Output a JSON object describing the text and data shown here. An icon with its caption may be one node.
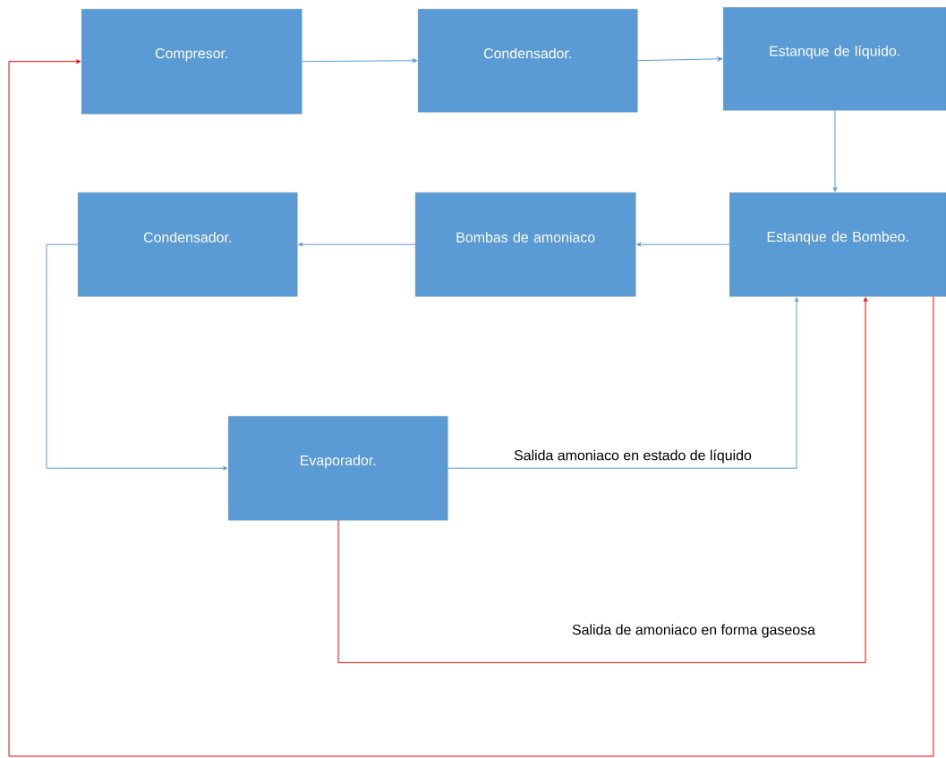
{
  "diagram": {
    "nodes": [
      {
        "text": [
          "Compresor."
        ]
      },
      {
        "text": [
          "Condensador."
        ]
      },
      {
        "text": [
          "Estanque de líquido."
        ]
      },
      {
        "text": [
          "Estanque de Bombeo."
        ]
      },
      {
        "text": [
          "Bombas de amoniaco"
        ]
      },
      {
        "text": [
          "Condensador."
        ]
      },
      {
        "text": [
          "Evaporador."
        ]
      }
    ],
    "edges": [
      {
        "from": 0,
        "to": 1,
        "arrow": "to"
      },
      {
        "from": 1,
        "to": 2,
        "arrow": "to"
      },
      {
        "from": 2,
        "to": 3,
        "arrow": "to"
      },
      {
        "from": 3,
        "to": 4,
        "arrow": "to"
      },
      {
        "from": 4,
        "to": 5,
        "arrow": "to"
      },
      {
        "from": 5,
        "to": 6,
        "arrow": "to"
      },
      {
        "from": 6,
        "to": 3,
        "arrow": "to",
        "label": "Salida amoniaco en estado de líquido"
      },
      {
        "from": 6,
        "to": 3,
        "arrow": "to",
        "label": "Salida de amoniaco en forma gaseosa",
        "color": "#ff0000"
      },
      {
        "from": 3,
        "to": 0,
        "arrow": "to",
        "color": "#ff0000"
      }
    ]
  }
}
